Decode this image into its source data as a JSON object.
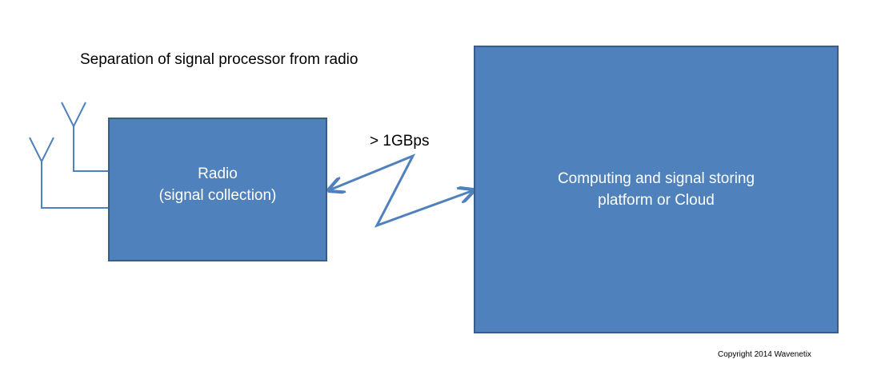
{
  "title": "Separation of signal processor from radio",
  "radio": {
    "line1": "Radio",
    "line2": "(signal collection)"
  },
  "compute": {
    "line1": "Computing and signal storing",
    "line2": "platform or Cloud"
  },
  "link": {
    "label": "> 1GBps"
  },
  "copyright": "Copyright 2014 Wavenetix",
  "colors": {
    "box_fill": "#4f81bd",
    "box_border": "#385d8a",
    "line": "#4f81bd"
  }
}
